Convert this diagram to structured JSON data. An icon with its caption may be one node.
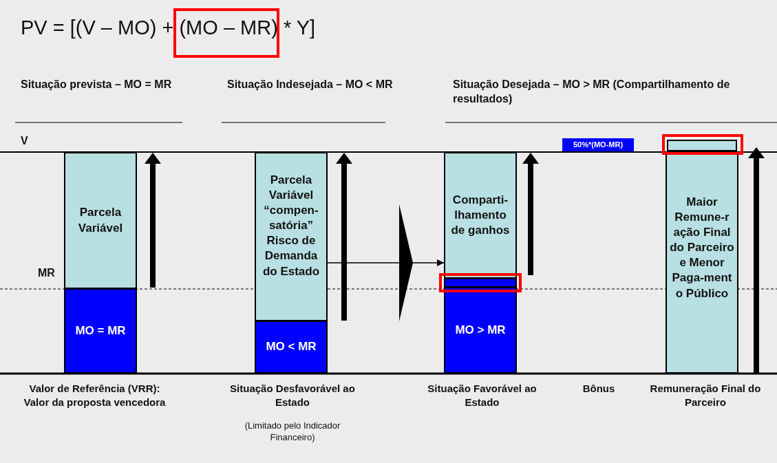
{
  "diagram": {
    "title": "PV = [(V – MO) + (MO – MR) * Y]",
    "nodes": [
      {
        "text": [
          "Parcela Variável"
        ]
      },
      {
        "text": [
          "MO = MR"
        ]
      },
      {
        "text": [
          "Parcela Variável “compen- satória” Risco de Demanda do Estado"
        ]
      },
      {
        "text": [
          "MO < MR"
        ]
      },
      {
        "text": [
          "Comparti- lhamento de ganhos"
        ]
      },
      {
        "text": [],
        "shape": "bar"
      },
      {
        "text": [
          "MO > MR"
        ]
      },
      {
        "text": [
          "50%*(MO-MR)"
        ]
      },
      {
        "text": [],
        "shape": "bar"
      },
      {
        "text": [
          "Maior Remune-r ação Final do Parceiro e Menor Paga-ment o Público"
        ]
      }
    ],
    "edges": [
      {
        "from": 2,
        "to": 4,
        "arrow": "to"
      }
    ],
    "labels": [
      "Situação prevista – MO = MR",
      "Situação Indesejada – MO < MR",
      "Situação Desejada – MO > MR (Compartilhamento de resultados)",
      "V",
      "MR",
      "Valor de Referência (VRR): Valor da proposta vencedora",
      "Situação Desfavorável ao Estado",
      "(Limitado pelo Indicador Financeiro)",
      "Situação Favorável ao Estado",
      "Bônus",
      "Remuneração Final do Parceiro"
    ]
  }
}
